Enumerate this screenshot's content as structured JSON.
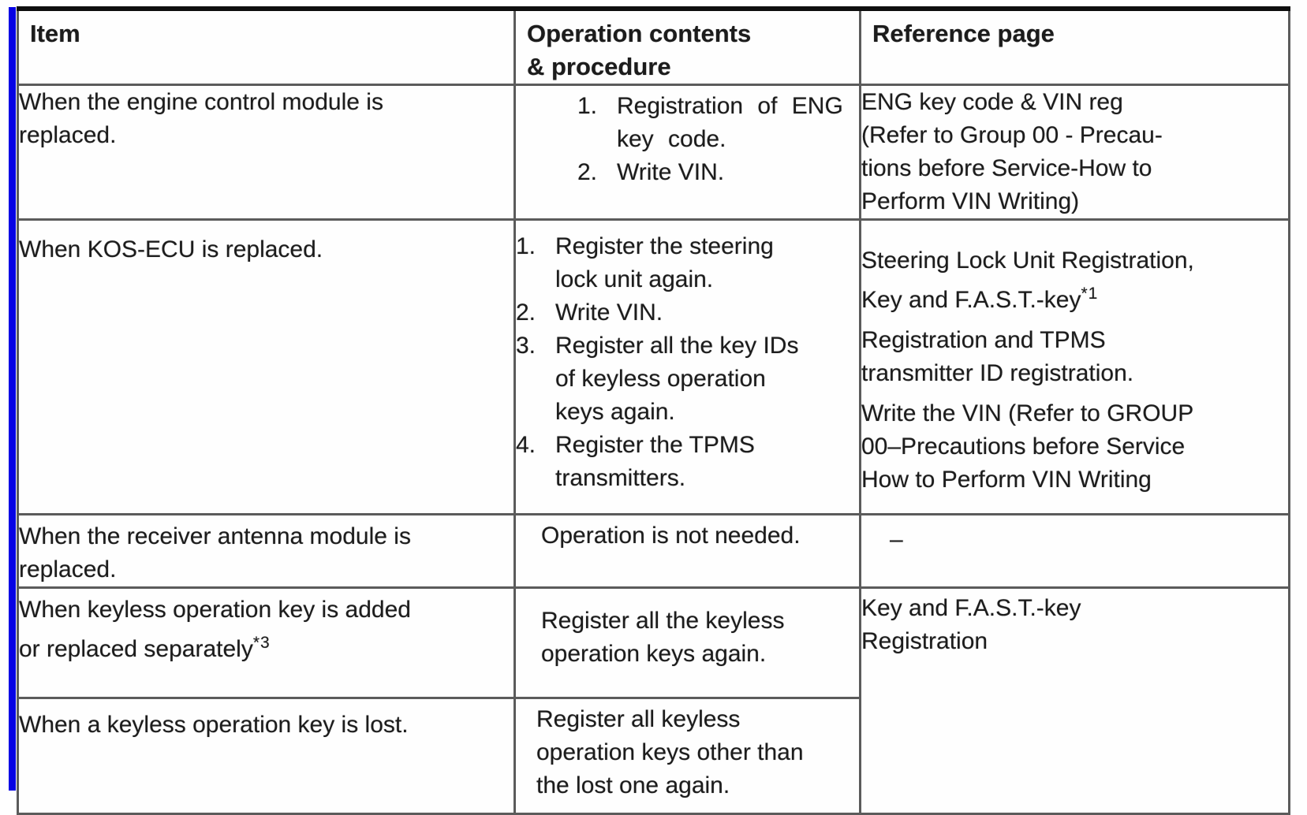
{
  "document": {
    "type": "scanned service-manual table",
    "colors": {
      "change_bar_blue": "#0702e4",
      "table_border_gray": "#5b5b5b",
      "table_top_border_black": "#0e0e0e",
      "text": "#1c1c1c"
    }
  },
  "table": {
    "headers": [
      "Item",
      "Operation contents\n& procedure",
      "Reference page"
    ],
    "rows": [
      {
        "item": "When the engine control module is\nreplaced.",
        "operations": [
          {
            "num": "1.",
            "text": "Registration of ENG\nkey code."
          },
          {
            "num": "2.",
            "text": "Write VIN."
          }
        ],
        "reference": "ENG key code & VIN reg\n(Refer to Group 00 - Precau-\ntions before Service-How to\nPerform VIN Writing)"
      },
      {
        "item": "When KOS-ECU is replaced.",
        "operations": [
          {
            "num": "1.",
            "text": "Register the steering\nlock unit again."
          },
          {
            "num": "2.",
            "text": "Write VIN."
          },
          {
            "num": "3.",
            "text": "Register all the key IDs\nof keyless operation\nkeys again."
          },
          {
            "num": "4.",
            "text": "Register the TPMS\ntransmitters."
          }
        ],
        "reference_blocks": [
          {
            "text": "Steering Lock Unit Registration,\nKey and F.A.S.T.-key",
            "sup": "*1"
          },
          {
            "text": "Registration and TPMS\ntransmitter ID registration.",
            "sup": ""
          },
          {
            "text": "Write the VIN (Refer to GROUP\n00–Precautions before Service\nHow to Perform VIN Writing",
            "sup": ""
          }
        ]
      },
      {
        "item": "When the receiver antenna module is\nreplaced.",
        "operation_plain": "Operation is not needed.",
        "reference": "–"
      },
      {
        "item": "When keyless operation key is added\nor replaced separately",
        "item_sup": "*3",
        "operation_plain": "Register all the keyless\noperation keys again.",
        "reference": "Key and F.A.S.T.-key\nRegistration"
      },
      {
        "item": "When a keyless operation key is lost.",
        "operation_plain": "Register all keyless\noperation keys other than\nthe lost one again."
      }
    ]
  }
}
